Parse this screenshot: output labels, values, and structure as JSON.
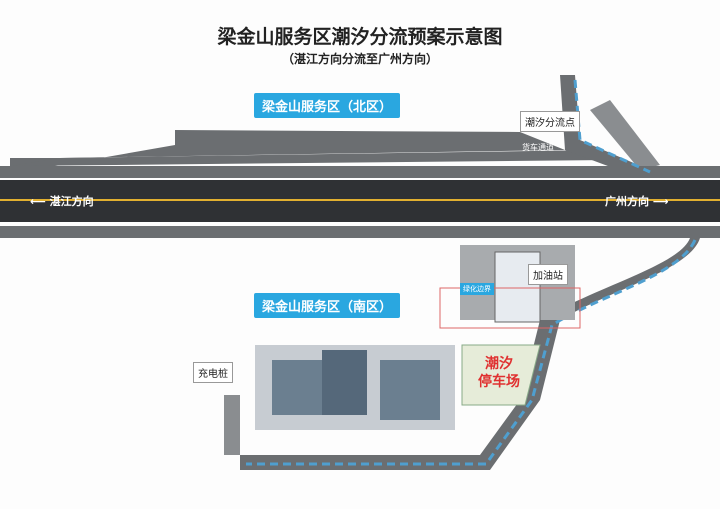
{
  "title": "梁金山服务区潮汐分流预案示意图",
  "subtitle": "（湛江方向分流至广州方向）",
  "north_area": "梁金山服务区（北区）",
  "south_area": "梁金山服务区（南区）",
  "tidal_point": "潮汐分流点",
  "truck_lane": "货车通道",
  "to_zhanjiang": "湛江方向",
  "to_guangzhou": "广州方向",
  "gas_station": "加油站",
  "green_border": "绿化边界",
  "tidal_parking": "潮汐\n停车场",
  "charging": "充电桩",
  "colors": {
    "badge": "#2aa7e0",
    "road": "#5a5d60",
    "route": "#4f9fcf",
    "parking": "#e03030"
  }
}
